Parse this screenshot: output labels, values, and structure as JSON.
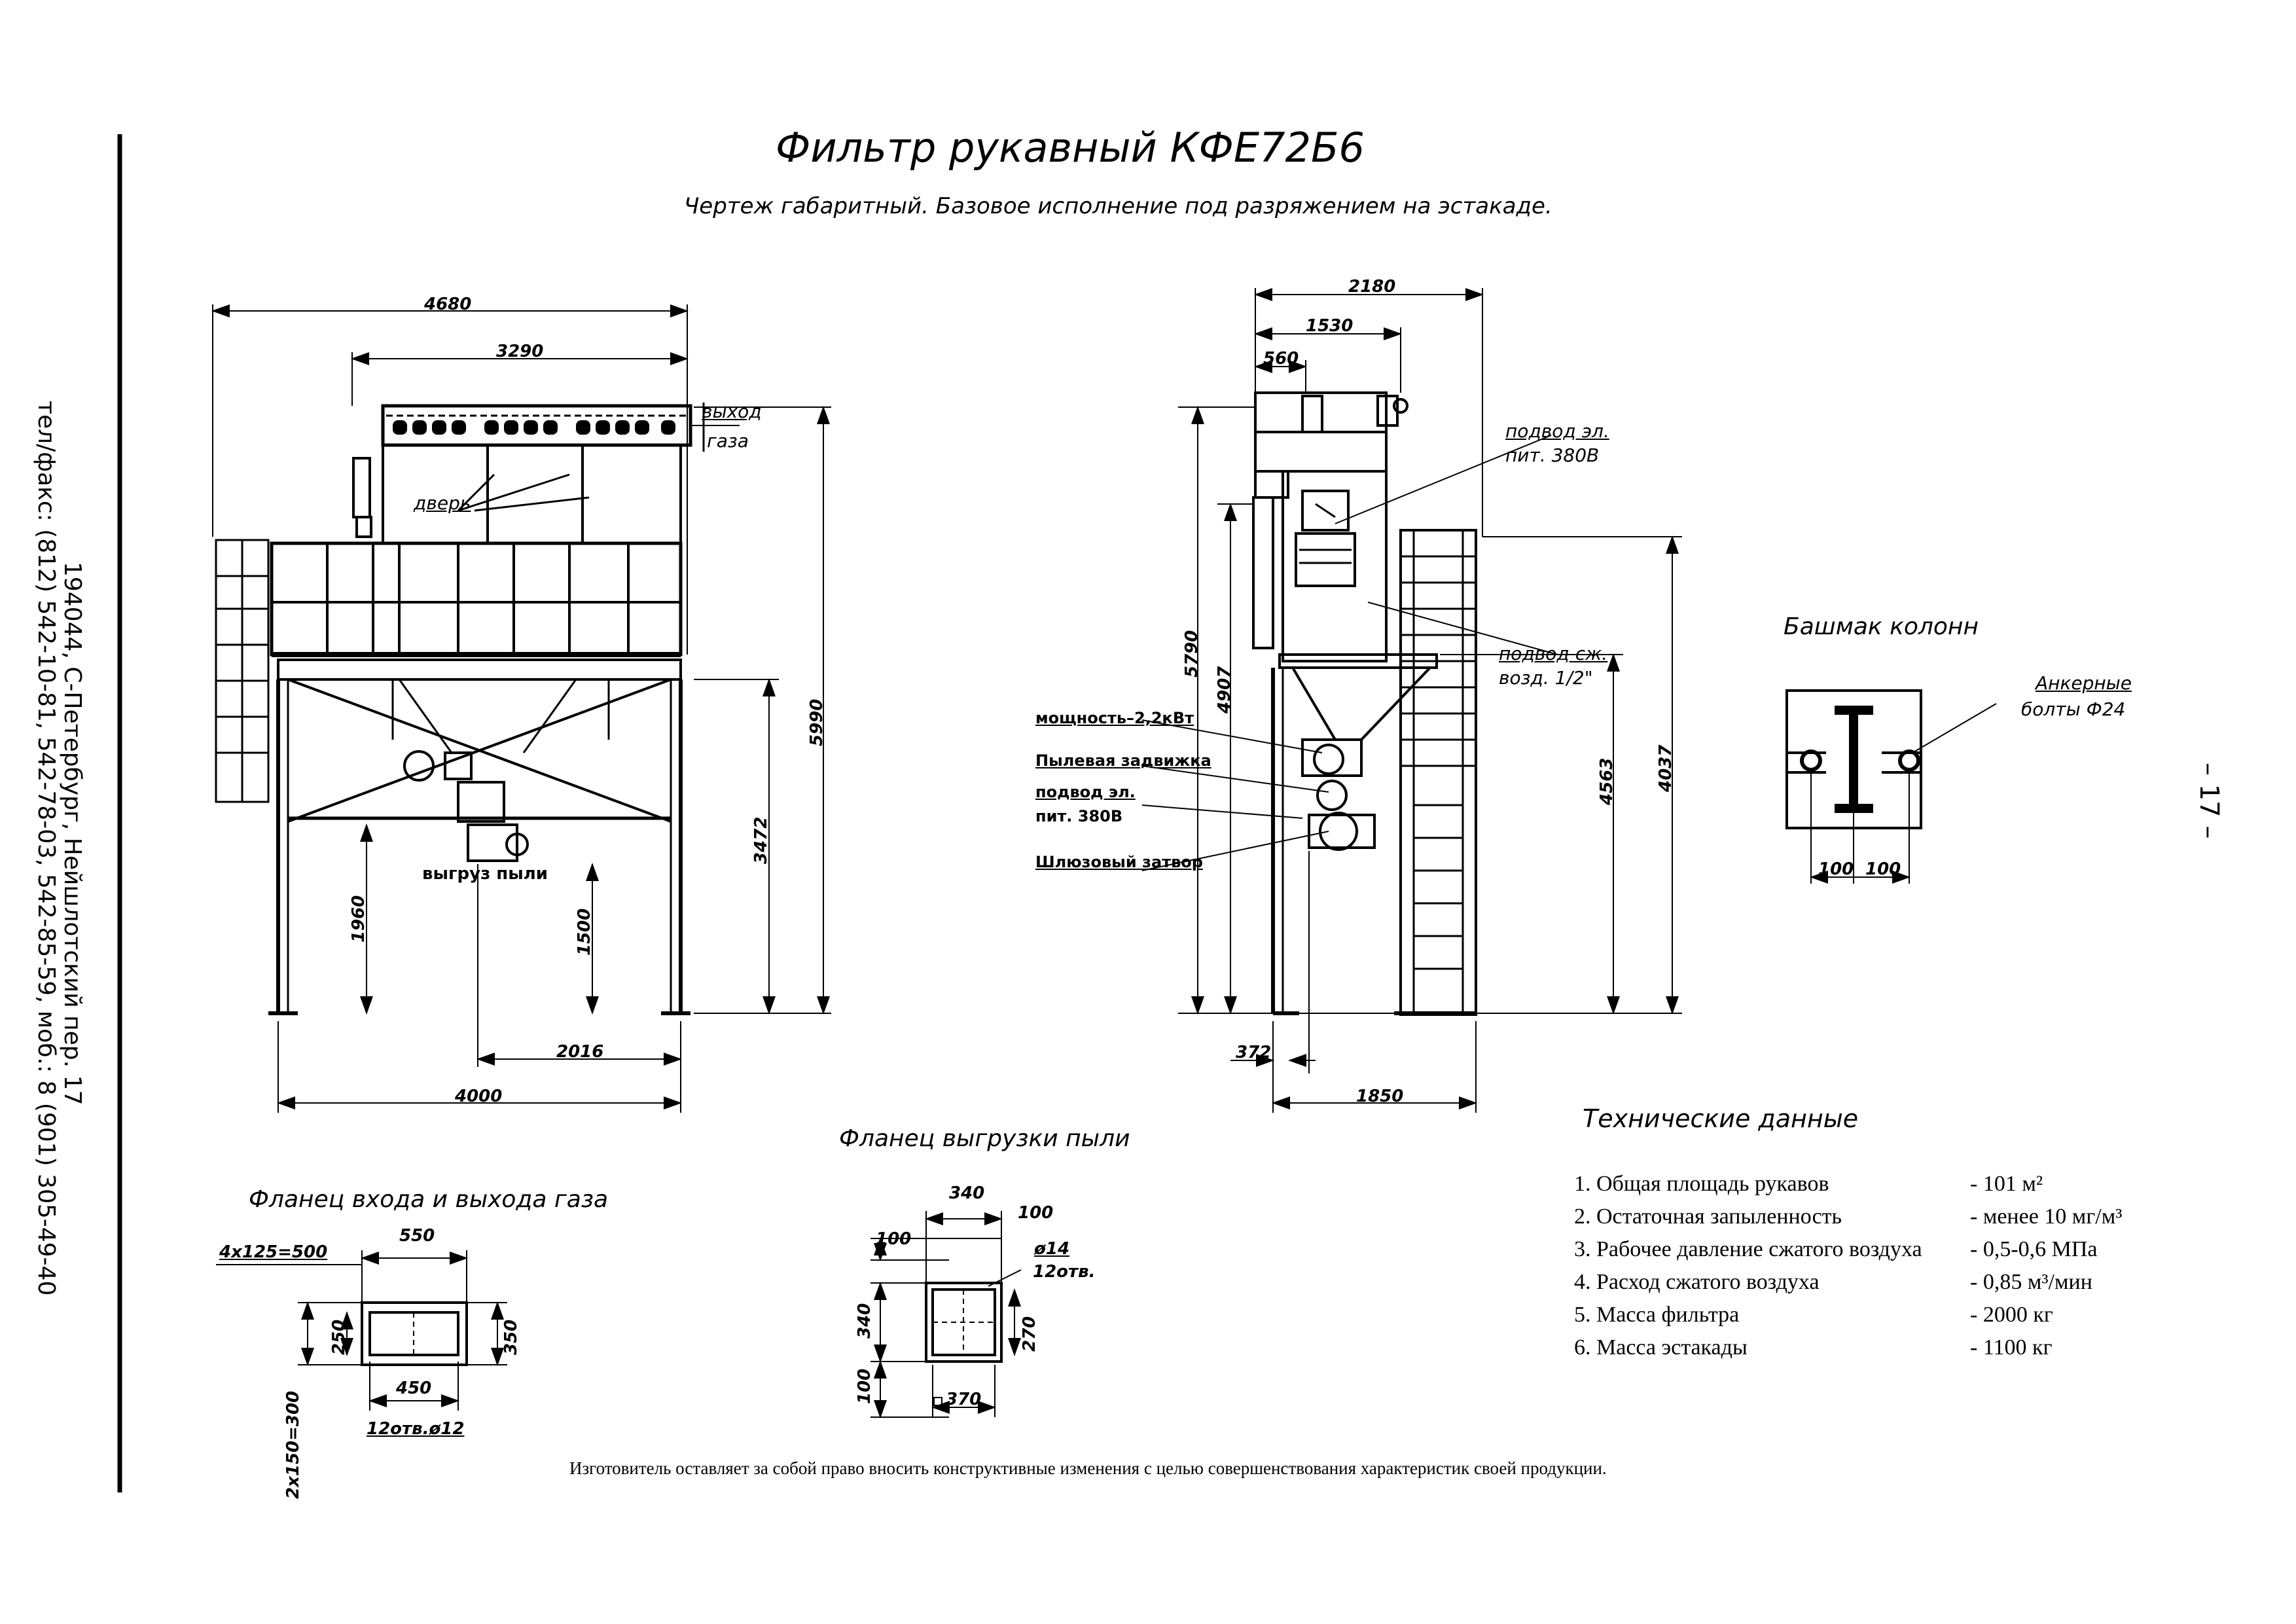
{
  "title": "Фильтр рукавный КФЕ72Б6",
  "subtitle": "Чертеж габаритный. Базовое исполнение под разряжением на эстакаде.",
  "contacts": {
    "address": "194044, С-Петербург, Нейшлотский пер. 17",
    "phones": "тел/факс: (812) 542-10-81, 542-78-03, 542-85-59, моб.: 8 (901) 305-49-40"
  },
  "page_number": "– 17 –",
  "front_view": {
    "dims": {
      "width_total": "4680",
      "width_top": "3290",
      "width_base": "4000",
      "width_2016": "2016",
      "h_1960": "1960",
      "h_1500": "1500",
      "h_3472": "3472",
      "h_5990": "5990"
    },
    "labels": {
      "gas_out_1": "выход",
      "gas_out_2": "газа",
      "door": "дверь",
      "dust_out": "выгруз пыли"
    }
  },
  "side_view": {
    "dims": {
      "w_2180": "2180",
      "w_1530": "1530",
      "w_560": "560",
      "w_372": "372",
      "w_1850": "1850",
      "h_5790": "5790",
      "h_4907": "4907",
      "h_4563": "4563",
      "h_4037": "4037"
    },
    "labels": {
      "power_1": "подвод эл.",
      "power_2": "пит. 380В",
      "air_1": "подвод сж.",
      "air_2": "возд. 1/2\"",
      "motor": "мощность–2,2кВт",
      "gate": "Пылевая задвижка",
      "power2_1": "подвод эл.",
      "power2_2": "пит. 380В",
      "lock": "Шлюзовый затвор"
    }
  },
  "column_shoe": {
    "title": "Башмак колонн",
    "bolts_1": "Анкерные",
    "bolts_2": "болты Ф24",
    "d1": "100",
    "d2": "100"
  },
  "gas_flange": {
    "title": "Фланец входа и выхода газа",
    "d_4x125": "4х125=500",
    "d_550": "550",
    "d_450": "450",
    "d_250": "250",
    "d_350": "350",
    "d_2x150": "2х150=300",
    "holes": "12отв.ø12"
  },
  "dust_flange": {
    "title": "Фланец выгрузки пыли",
    "d_340": "340",
    "d_100a": "100",
    "d_100b": "100",
    "d_340v": "340",
    "d_100c": "100",
    "d_14": "ø14",
    "holes": "12отв.",
    "d_270": "270",
    "d_370": "370"
  },
  "tech_data": {
    "title": "Технические данные",
    "rows": [
      {
        "label": "1. Общая площадь рукавов",
        "value": "- 101 м²"
      },
      {
        "label": "2. Остаточная запыленность",
        "value": "- менее 10 мг/м³"
      },
      {
        "label": "3. Рабочее давление сжатого воздуха",
        "value": "- 0,5-0,6 МПа"
      },
      {
        "label": "4. Расход сжатого воздуха",
        "value": "- 0,85 м³/мин"
      },
      {
        "label": "5. Масса фильтра",
        "value": "- 2000 кг"
      },
      {
        "label": "6. Масса эстакады",
        "value": "- 1100 кг"
      }
    ]
  },
  "footer_note": "Изготовитель оставляет за собой право вносить конструктивные изменения с целью совершенствования характеристик своей продукции."
}
